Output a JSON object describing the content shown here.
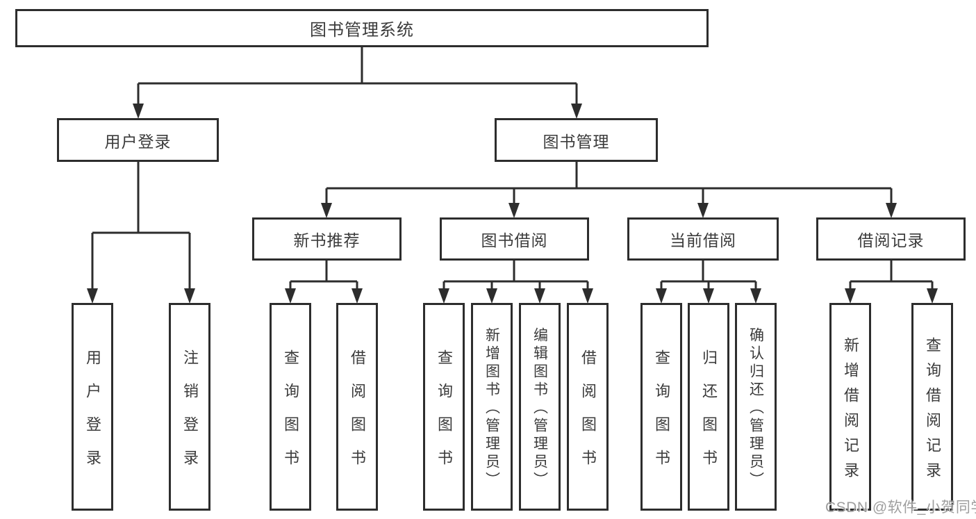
{
  "tree": {
    "root": "图书管理系统",
    "branches": [
      {
        "label": "用户登录",
        "children": [
          "用户登录",
          "注销登录"
        ]
      },
      {
        "label": "图书管理",
        "sub": [
          {
            "label": "新书推荐",
            "children": [
              "查询图书",
              "借阅图书"
            ]
          },
          {
            "label": "图书借阅",
            "children": [
              "查询图书",
              "新增图书（管理员）",
              "编辑图书（管理员）",
              "借阅图书"
            ]
          },
          {
            "label": "当前借阅",
            "children": [
              "查询图书",
              "归还图书",
              "确认归还（管理员）"
            ]
          },
          {
            "label": "借阅记录",
            "children": [
              "新增借阅记录",
              "查询借阅记录"
            ]
          }
        ]
      }
    ]
  },
  "watermark": {
    "text": "CSDN @软件_小贺同学"
  },
  "colors": {
    "line": "#2d2d2d",
    "text": "#3b3b3b",
    "watermark": "#9e9e9e",
    "background": "#ffffff"
  }
}
